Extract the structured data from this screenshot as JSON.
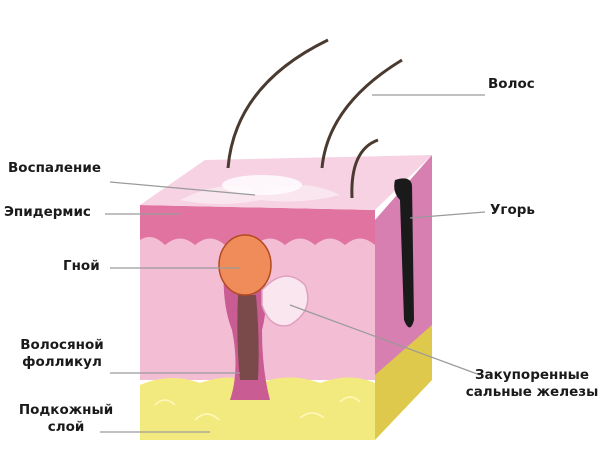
{
  "labels": {
    "hair": "Волос",
    "inflammation": "Воспаление",
    "epidermis": "Эпидермис",
    "pus": "Гной",
    "follicle_line1": "Волосяной",
    "follicle_line2": "фолликул",
    "subcutaneous_line1": "Подкожный",
    "subcutaneous_line2": "слой",
    "blackhead": "Угорь",
    "glands_line1": "Закупоренные",
    "glands_line2": "сальные железы"
  },
  "colors": {
    "skin_front": "#f3bdd4",
    "skin_right": "#d67fb0",
    "epidermis": "#e0739f",
    "top_surface": "#f6d2e3",
    "fat": "#f3ea7f",
    "fat_side": "#dfc94d",
    "pus": "#f08c5a",
    "follicle": "#7a4a4a",
    "blackhead": "#1a1a1a",
    "hair": "#4a3a30",
    "leader_line": "#9a9a9a"
  }
}
